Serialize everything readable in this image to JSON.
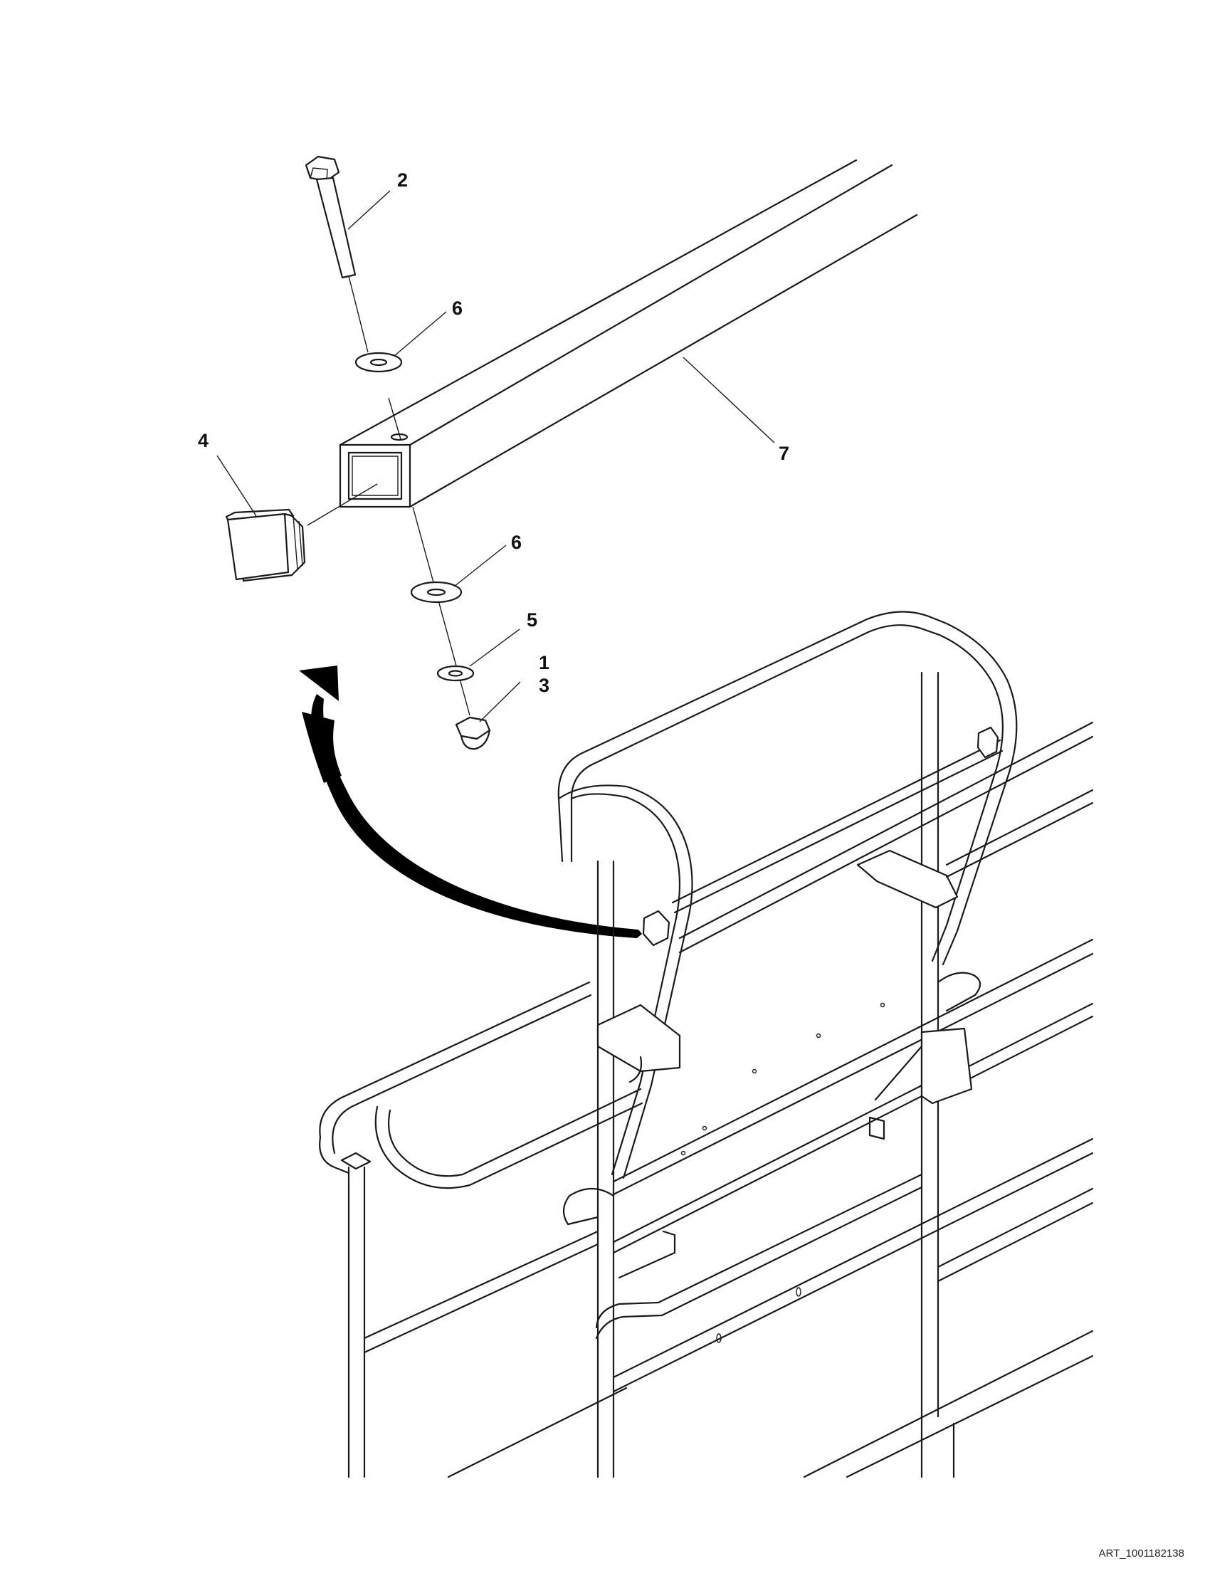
{
  "callouts": [
    {
      "label": "2"
    },
    {
      "label": "6"
    },
    {
      "label": "4"
    },
    {
      "label": "7"
    },
    {
      "label": "6"
    },
    {
      "label": "5"
    },
    {
      "label": "1"
    },
    {
      "label": "3"
    }
  ],
  "art_id": "ART_1001182138",
  "colors": {
    "line": "#1a1a1a",
    "background": "#ffffff",
    "arrow": "#000000"
  }
}
